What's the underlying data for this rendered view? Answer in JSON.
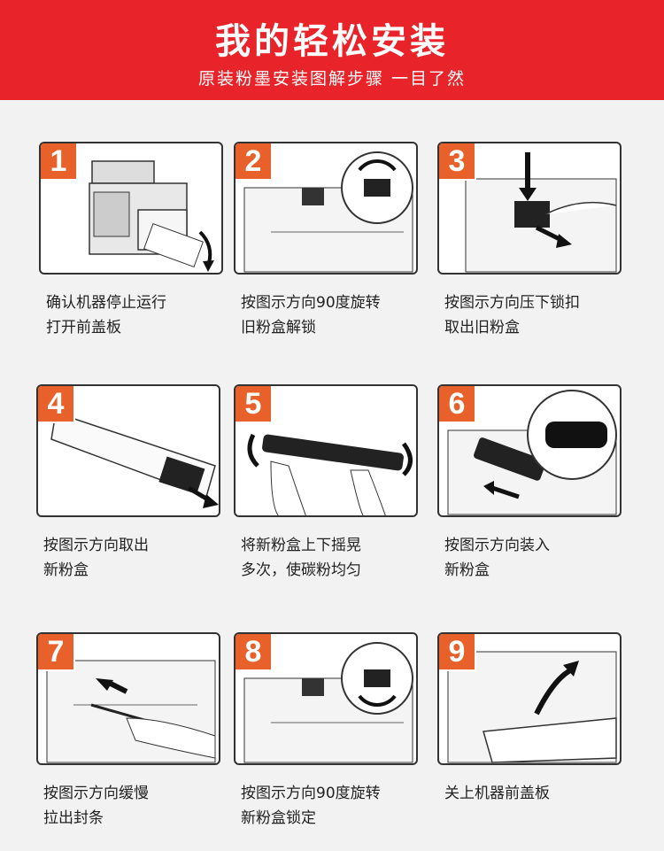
{
  "header": {
    "title": "我的轻松安装",
    "subtitle": "原装粉墨安装图解步骤 一目了然"
  },
  "steps": [
    {
      "number": "1",
      "line1": "确认机器停止运行",
      "line2": "打开前盖板"
    },
    {
      "number": "2",
      "line1": "按图示方向90度旋转",
      "line2": "旧粉盒解锁"
    },
    {
      "number": "3",
      "line1": "按图示方向压下锁扣",
      "line2": "取出旧粉盒"
    },
    {
      "number": "4",
      "line1": "按图示方向取出",
      "line2": "新粉盒"
    },
    {
      "number": "5",
      "line1": "将新粉盒上下摇晃",
      "line2": "多次，使碳粉均匀"
    },
    {
      "number": "6",
      "line1": "按图示方向装入",
      "line2": "新粉盒"
    },
    {
      "number": "7",
      "line1": "按图示方向缓慢",
      "line2": "拉出封条"
    },
    {
      "number": "8",
      "line1": "按图示方向90度旋转",
      "line2": "新粉盒锁定"
    },
    {
      "number": "9",
      "line1": "关上机器前盖板",
      "line2": ""
    }
  ]
}
